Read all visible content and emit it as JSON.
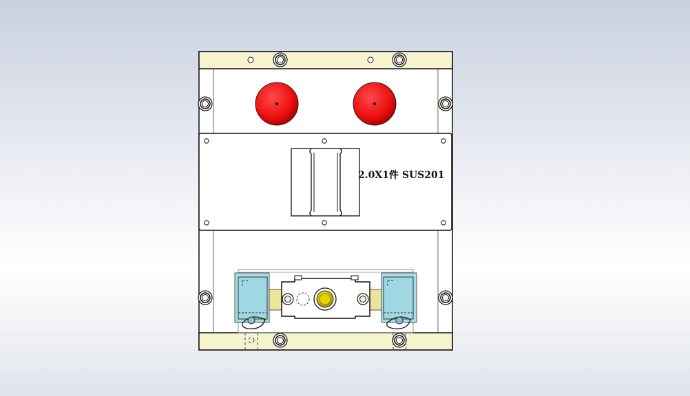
{
  "drawing": {
    "annotation": "2.0X1件 SUS201"
  },
  "colors": {
    "frame_rail": "#f6f3cf",
    "plate": "#ffffff",
    "outline": "#111111",
    "red_button": "#ee1111",
    "cyan_block": "#a6dde6",
    "yellow_pin": "#e8e39a",
    "brass_core": "#d4c400"
  },
  "components": {
    "red_buttons": [
      "red-button-left",
      "red-button-right"
    ],
    "clamp_blocks": [
      "clamp-block-left",
      "clamp-block-right"
    ],
    "center_bushing": "brass-bushing"
  }
}
